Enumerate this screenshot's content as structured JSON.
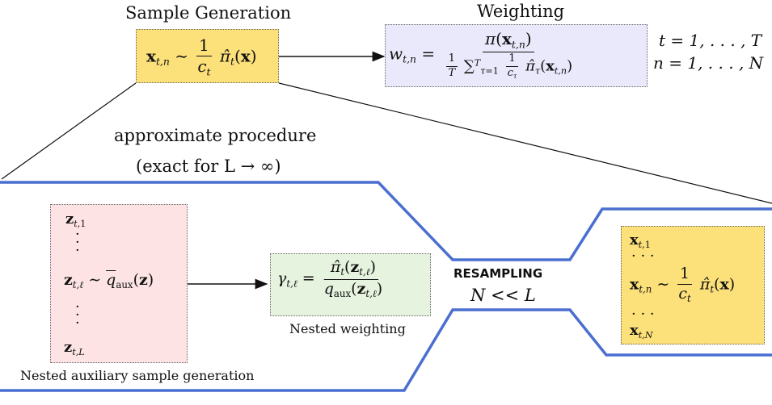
{
  "top": {
    "sample_generation_title": "Sample Generation",
    "weighting_title": "Weighting",
    "range_t": "t = 1, . . . , T",
    "range_n": "n = 1, . . . , N"
  },
  "middle": {
    "approx_line1": "approximate procedure",
    "approx_line2": "(exact for L → ∞)"
  },
  "bottom": {
    "resampling_label": "RESAMPLING",
    "resampling_ratio": "N << L",
    "nested_weighting_label": "Nested weighting",
    "nested_aux_label": "Nested auxiliary sample generation"
  },
  "colors": {
    "sample_box": "#fce07a",
    "weight_box": "#e9e9fb",
    "aux_box": "#fde3e4",
    "nested_weight_box": "#e6f3df",
    "output_box": "#fce07a",
    "funnel_line": "#4a6fd0"
  }
}
